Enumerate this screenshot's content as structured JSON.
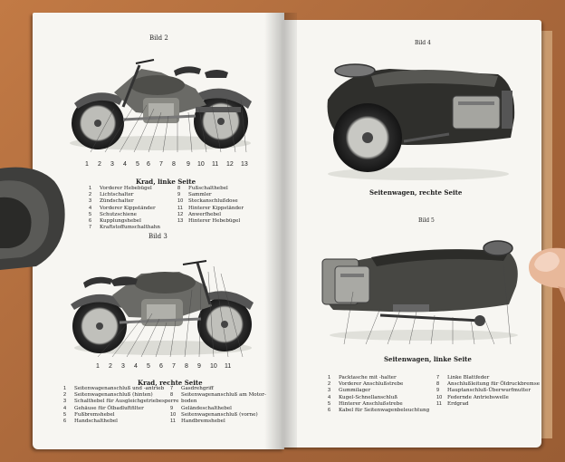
{
  "left_page": {
    "fig2_title": "Bild 2",
    "fig2_numbers": [
      "1",
      "2",
      "3",
      "4",
      "5",
      "6",
      "7",
      "8",
      "9",
      "10",
      "11",
      "12",
      "13"
    ],
    "fig2_caption": "Krad, linke Seite",
    "fig2_legend": [
      {
        "n": "1",
        "t": "Vorderer Hebebügel"
      },
      {
        "n": "2",
        "t": "Lichtschalter"
      },
      {
        "n": "3",
        "t": "Zündschalter"
      },
      {
        "n": "4",
        "t": "Vorderer Kippständer"
      },
      {
        "n": "5",
        "t": "Schutzschiene"
      },
      {
        "n": "6",
        "t": "Kupplungshebel"
      },
      {
        "n": "7",
        "t": "Kraftstoffumschalthahn"
      },
      {
        "n": "8",
        "t": "Fußschalthebel"
      },
      {
        "n": "9",
        "t": "Sammler"
      },
      {
        "n": "10",
        "t": "Steckanschlußdose"
      },
      {
        "n": "11",
        "t": "Hinterer Kippständer"
      },
      {
        "n": "12",
        "t": "Anwerfhebel"
      },
      {
        "n": "13",
        "t": "Hinterer Hebebügel"
      }
    ],
    "fig3_title": "Bild 3",
    "fig3_numbers": [
      "1",
      "2",
      "3",
      "4",
      "5",
      "6",
      "7",
      "8",
      "9",
      "10",
      "11"
    ],
    "fig3_caption": "Krad, rechte Seite",
    "fig3_legend": [
      {
        "n": "1",
        "t": "Seitenwagenanschluß und -antrieb"
      },
      {
        "n": "2",
        "t": "Seitenwagenanschluß (hinten)"
      },
      {
        "n": "3",
        "t": "Schalthebel für Ausgleichgetriebesperre"
      },
      {
        "n": "4",
        "t": "Gehäuse für Ölbadluftfilter"
      },
      {
        "n": "5",
        "t": "Fußbremshebel"
      },
      {
        "n": "6",
        "t": "Handschalthebel"
      },
      {
        "n": "7",
        "t": "Gasdrehgriff"
      },
      {
        "n": "8",
        "t": "Seitenwagenanschluß am Motor-"
      },
      {
        "n": "",
        "t": "boden"
      },
      {
        "n": "9",
        "t": "Geländeschalthebel"
      },
      {
        "n": "10",
        "t": "Seitenwagenanschluß (vorne)"
      },
      {
        "n": "11",
        "t": "Handbremshebel"
      }
    ]
  },
  "right_page": {
    "fig4_title": "Bild 4",
    "fig4_caption": "Seitenwagen, rechte Seite",
    "fig5_title": "Bild 5",
    "fig5_caption": "Seitenwagen, linke Seite",
    "fig5_legend": [
      {
        "n": "1",
        "t": "Packtasche mit -halter"
      },
      {
        "n": "2",
        "t": "Vorderer Anschlußstrebe"
      },
      {
        "n": "3",
        "t": "Gummilager"
      },
      {
        "n": "4",
        "t": "Kugel-Schnellanschluß"
      },
      {
        "n": "5",
        "t": "Hinterer Anschlußstrebe"
      },
      {
        "n": "6",
        "t": "Kabel für Seitenwagenbeleuchtung"
      },
      {
        "n": "7",
        "t": "Linke Blattfeder"
      },
      {
        "n": "8",
        "t": "Anschlußleitung für Öldruckbremse"
      },
      {
        "n": "9",
        "t": "Hauptanschluß-Überwurfmutter"
      },
      {
        "n": "10",
        "t": "Federnde Antriebswelle"
      },
      {
        "n": "11",
        "t": "Erdgrad"
      }
    ]
  }
}
